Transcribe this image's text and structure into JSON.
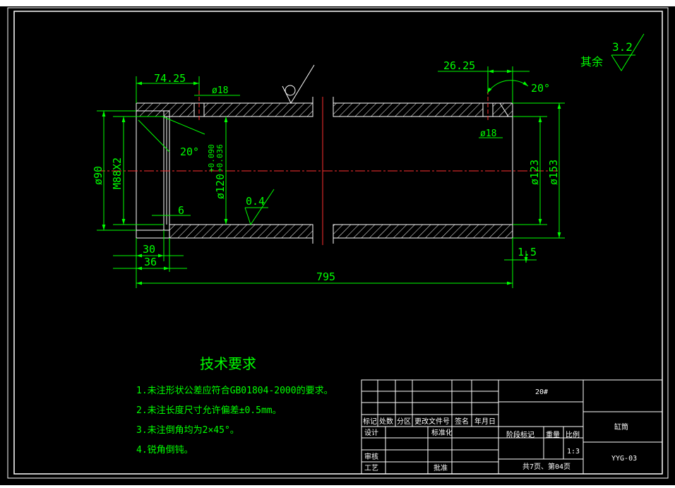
{
  "drawing": {
    "dimensions": {
      "d74_25": "74.25",
      "phi18_left": "ø18",
      "d26_25": "26.25",
      "ang20_right": "20°",
      "phi18_right": "ø18",
      "phi90": "ø90",
      "m88": "M88X2",
      "ang20_left": "20°",
      "tol_upper": "+0.090",
      "tol_lower": "+0.036",
      "phi120": "ø120",
      "r0_4": "0.4",
      "d6": "6",
      "d30": "30",
      "d36": "36",
      "d795": "795",
      "phi123": "ø123",
      "phi153": "ø153",
      "d1_5": "1.5"
    },
    "roughness": {
      "label": "其余",
      "value": "3.2"
    }
  },
  "tech_requirements": {
    "title": "技术要求",
    "items": [
      "1.未注形状公差应符合GB01804-2000的要求。",
      "2.未注长度尺寸允许偏差±0.5mm。",
      "3.未注倒角均为2×45°。",
      "4.锐角倒钝。"
    ]
  },
  "title_block": {
    "material": "20#",
    "part_name": "缸筒",
    "drawing_no": "YYG-03",
    "scale": "1:3",
    "sheet": "共7页、第04页",
    "headers": [
      "标记",
      "处数",
      "分区",
      "更改文件号",
      "签名",
      "年月日"
    ],
    "design": "设计",
    "standardize": "标准化",
    "stage_mark": "阶段标记",
    "weight": "重量",
    "ratio": "比例",
    "review": "审核",
    "process": "工艺",
    "approve": "批准"
  }
}
